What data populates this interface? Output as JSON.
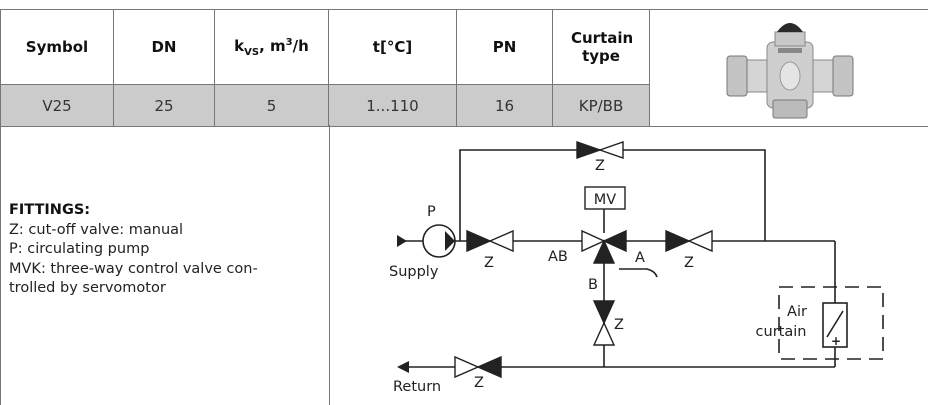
{
  "table": {
    "headers": {
      "symbol": "Symbol",
      "dn": "DN",
      "kvs_k": "k",
      "kvs_sub": "VS",
      "kvs_unit": ", m",
      "kvs_sup": "3",
      "kvs_tail": "/h",
      "temp": "t[°C]",
      "pn": "PN",
      "curtain": "Curtain type"
    },
    "row": {
      "symbol": "V25",
      "dn": "25",
      "kvs": "5",
      "temp": "1...110",
      "pn": "16",
      "curtain": "KP/BB"
    }
  },
  "fittings": {
    "title": "FITTINGS:",
    "lines": [
      "Z: cut-off valve: manual",
      "P: circulating pump",
      "MVK: three-way control valve con-",
      "trolled by servomotor"
    ]
  },
  "diagram": {
    "pump_label": "P",
    "supply": "Supply",
    "return": "Return",
    "valve_z": "Z",
    "mv": "MV",
    "port_ab": "AB",
    "port_a": "A",
    "port_b": "B",
    "air": "Air",
    "curtain": "curtain"
  }
}
